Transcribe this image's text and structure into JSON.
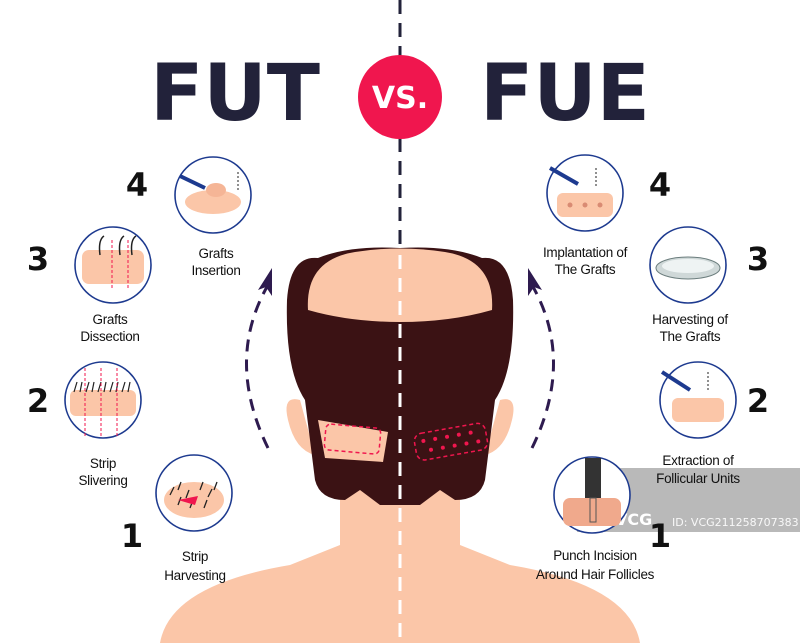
{
  "titles": {
    "left": "FUT",
    "vs": "VS.",
    "right": "FUE"
  },
  "fut_steps": [
    {
      "number": "1",
      "label_lines": [
        "Strip",
        "Harvesting"
      ]
    },
    {
      "number": "2",
      "label_lines": [
        "Strip",
        "Slivering"
      ]
    },
    {
      "number": "3",
      "label_lines": [
        "Grafts",
        "Dissection"
      ]
    },
    {
      "number": "4",
      "label_lines": [
        "Grafts",
        "Insertion"
      ]
    }
  ],
  "fue_steps": [
    {
      "number": "1",
      "label_lines": [
        "Punch Incision",
        "Around Hair Follicles"
      ]
    },
    {
      "number": "2",
      "label_lines": [
        "Extraction of",
        "Follicular Units"
      ]
    },
    {
      "number": "3",
      "label_lines": [
        "Harvesting of",
        "The Grafts"
      ]
    },
    {
      "number": "4",
      "label_lines": [
        "Implantation of",
        "The Grafts"
      ]
    }
  ],
  "watermark": {
    "logo": "VCG",
    "id": "ID: VCG211258707383"
  },
  "colors": {
    "title": "#22223a",
    "vs_badge": "#f0164e",
    "hair": "#3b1214",
    "skin": "#fbc6a8",
    "ring": "#1d3a8f",
    "arrow": "#2e1b4f"
  }
}
